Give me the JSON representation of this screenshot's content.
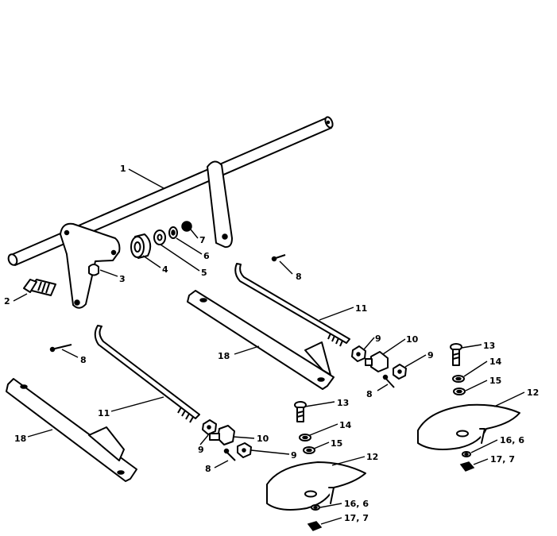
{
  "callouts": [
    {
      "id": "c1",
      "text": "1"
    },
    {
      "id": "c2",
      "text": "2"
    },
    {
      "id": "c3",
      "text": "3"
    },
    {
      "id": "c4",
      "text": "4"
    },
    {
      "id": "c5",
      "text": "5"
    },
    {
      "id": "c6",
      "text": "6"
    },
    {
      "id": "c7",
      "text": "7"
    },
    {
      "id": "c8a",
      "text": "8"
    },
    {
      "id": "c11a",
      "text": "11"
    },
    {
      "id": "c9a",
      "text": "9"
    },
    {
      "id": "c10a",
      "text": "10"
    },
    {
      "id": "c9b",
      "text": "9"
    },
    {
      "id": "c8b",
      "text": "8"
    },
    {
      "id": "c18a",
      "text": "18"
    },
    {
      "id": "c8c",
      "text": "8"
    },
    {
      "id": "c11b",
      "text": "11"
    },
    {
      "id": "c18b",
      "text": "18"
    },
    {
      "id": "c13a",
      "text": "13"
    },
    {
      "id": "c14a",
      "text": "14"
    },
    {
      "id": "c15a",
      "text": "15"
    },
    {
      "id": "c12a",
      "text": "12"
    },
    {
      "id": "c16a",
      "text": "16, 6"
    },
    {
      "id": "c17a",
      "text": "17, 7"
    },
    {
      "id": "c9c",
      "text": "9"
    },
    {
      "id": "c10b",
      "text": "10"
    },
    {
      "id": "c9d",
      "text": "9"
    },
    {
      "id": "c8d",
      "text": "8"
    },
    {
      "id": "c13b",
      "text": "13"
    },
    {
      "id": "c14b",
      "text": "14"
    },
    {
      "id": "c15b",
      "text": "15"
    },
    {
      "id": "c12b",
      "text": "12"
    },
    {
      "id": "c16b",
      "text": "16, 6"
    },
    {
      "id": "c17b",
      "text": "17, 7"
    }
  ]
}
